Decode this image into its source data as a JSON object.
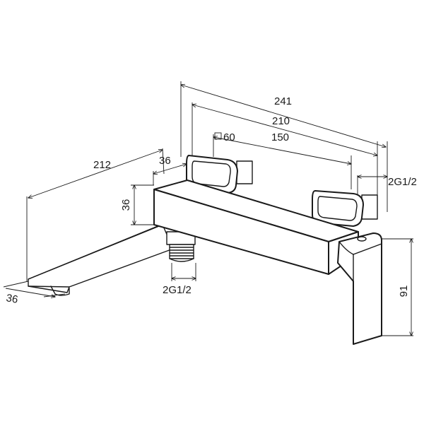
{
  "dimensions": {
    "overall_width": "241",
    "body_width": "210",
    "center_distance": "150",
    "square_size": "60",
    "spout_length": "212",
    "front_depth": "36",
    "body_height": "36",
    "spout_depth": "36",
    "height": "91",
    "thread_top": "2G1/2",
    "thread_bottom": "2G1/2"
  },
  "colors": {
    "line": "#1a1a1a",
    "background": "#ffffff"
  }
}
